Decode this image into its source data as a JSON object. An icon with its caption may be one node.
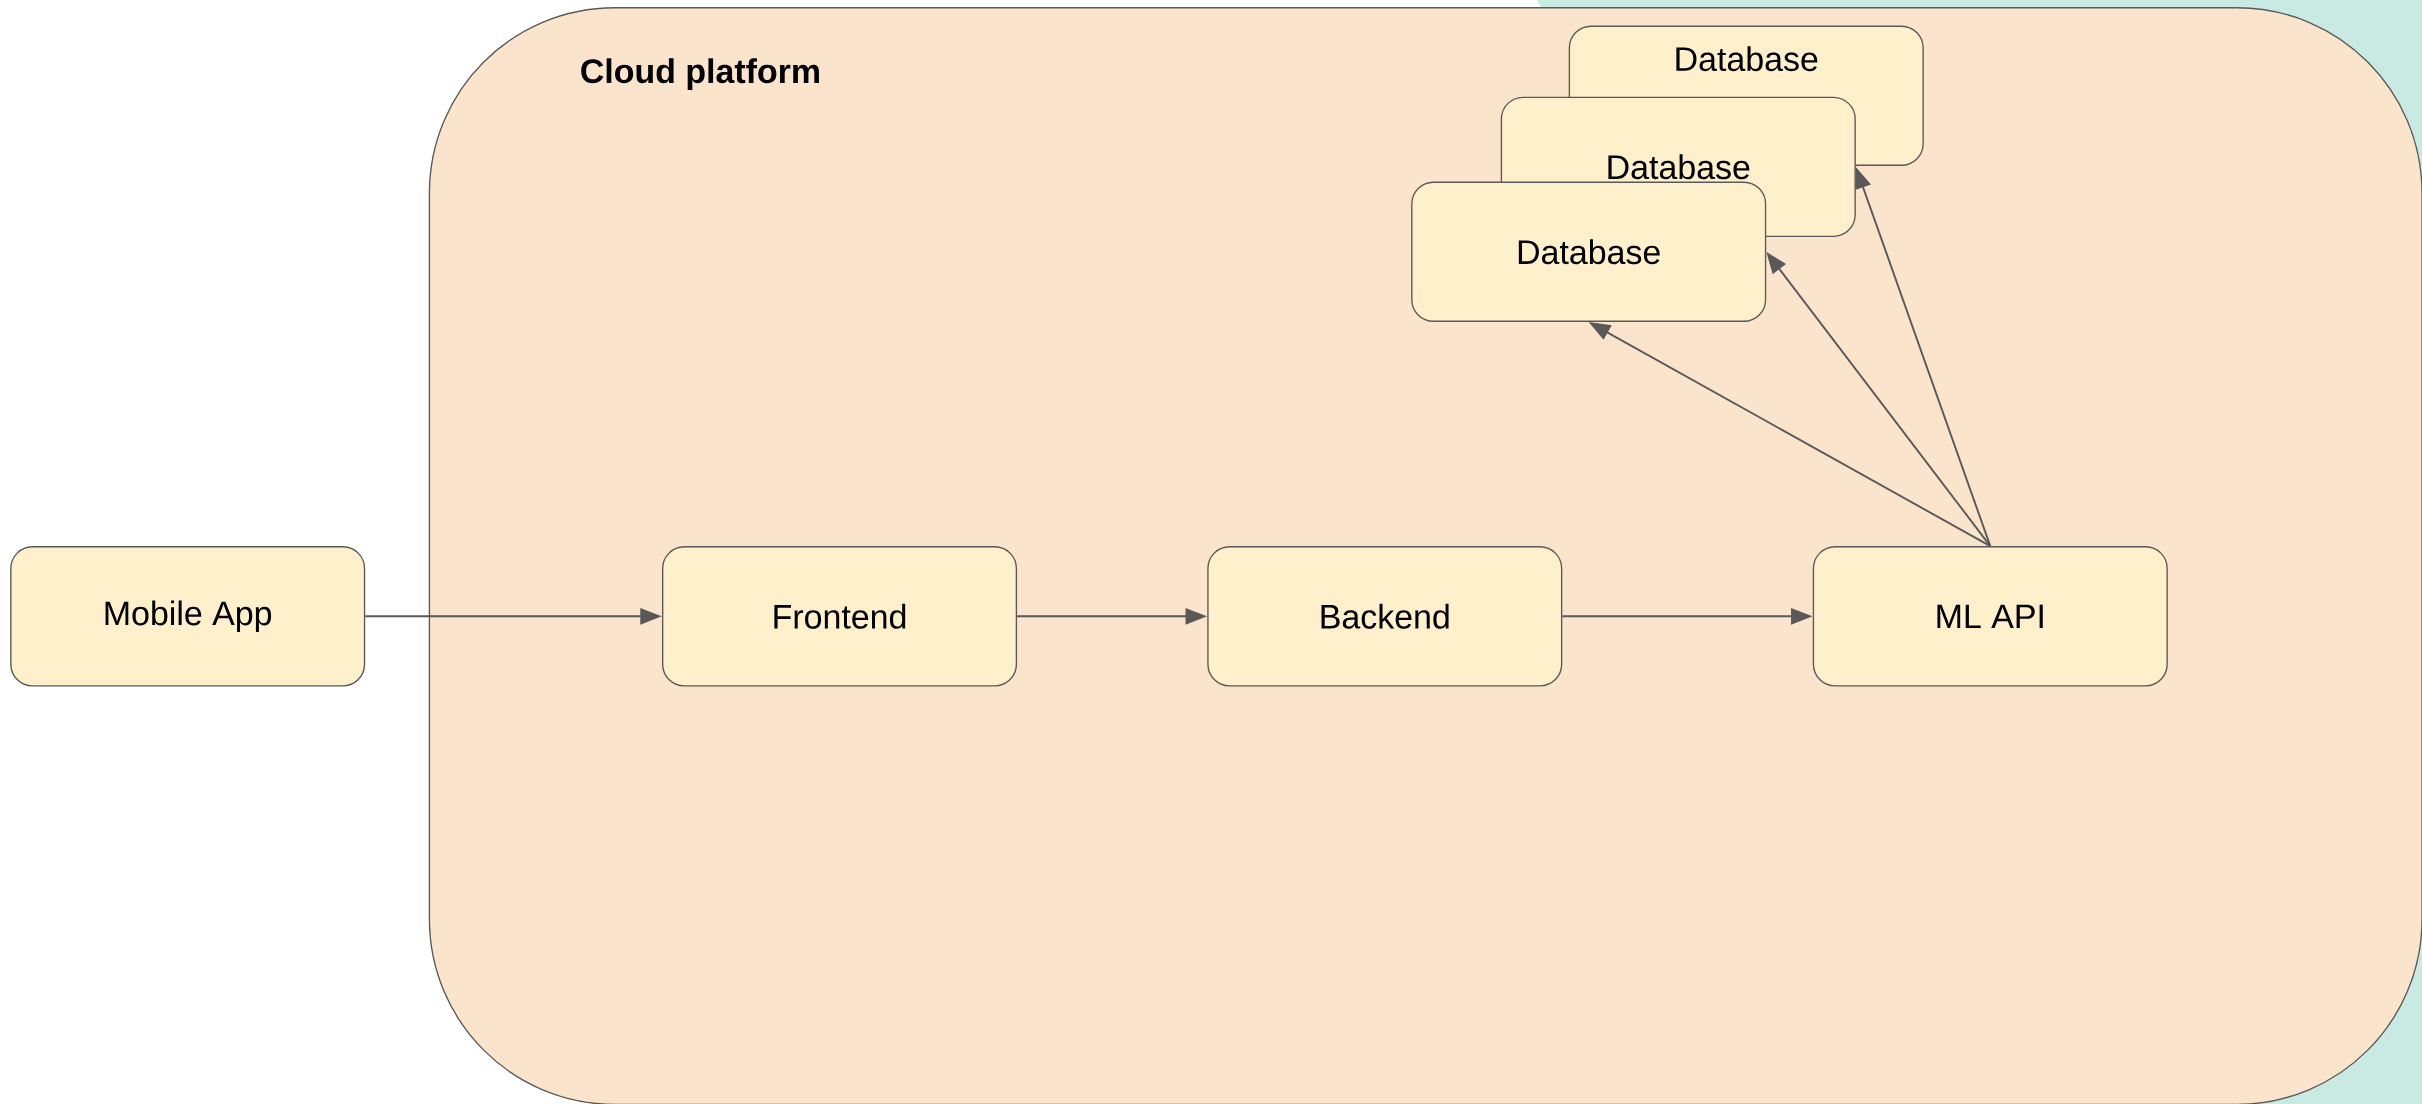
{
  "diagram": {
    "nodes": [
      {
        "text": [
          "Cloud platform"
        ]
      },
      {
        "text": [
          "Mobile App"
        ]
      },
      {
        "text": [
          "Frontend"
        ],
        "in": 0
      },
      {
        "text": [
          "Backend"
        ],
        "in": 0
      },
      {
        "text": [
          "ML API"
        ],
        "in": 0
      },
      {
        "text": [
          "Database"
        ],
        "in": 0
      },
      {
        "text": [
          "Database"
        ],
        "in": 0
      },
      {
        "text": [
          "Database"
        ],
        "in": 0
      }
    ],
    "edges": [
      {
        "from": 1,
        "to": 2,
        "arrow": "to"
      },
      {
        "from": 2,
        "to": 3,
        "arrow": "to"
      },
      {
        "from": 3,
        "to": 4,
        "arrow": "to"
      },
      {
        "from": 4,
        "to": 7,
        "arrow": "to"
      },
      {
        "from": 4,
        "to": 7,
        "arrow": "to"
      },
      {
        "from": 4,
        "to": 6,
        "arrow": "to"
      }
    ]
  }
}
